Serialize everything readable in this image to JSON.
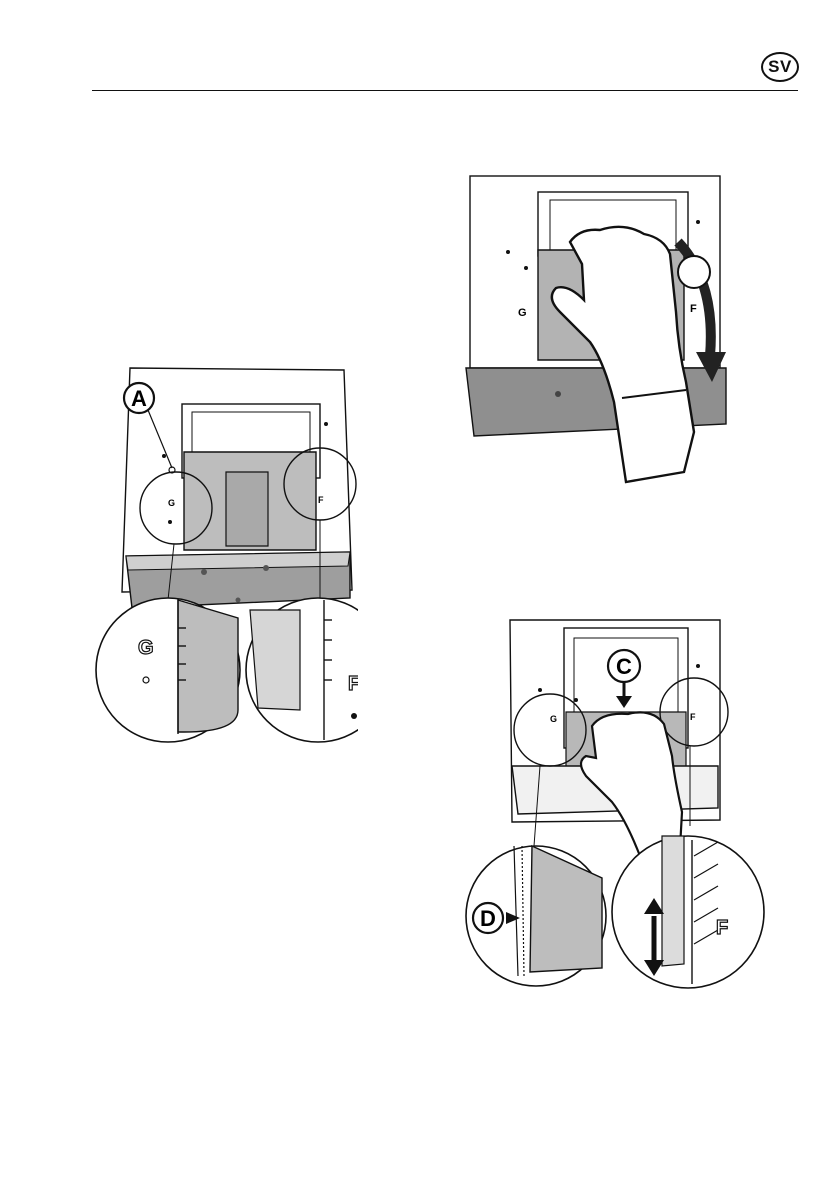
{
  "header": {
    "language_code": "SV"
  },
  "figures": {
    "left": {
      "callout_a": "A",
      "marker_g": "G",
      "marker_f": "F",
      "zoom_left_marker": "G",
      "zoom_right_marker": "F"
    },
    "top_right": {
      "marker_g": "G",
      "marker_f": "F"
    },
    "bottom_right": {
      "callout_c": "C",
      "callout_d": "D",
      "marker_g": "G",
      "marker_f": "F",
      "zoom_right_marker": "F"
    }
  }
}
